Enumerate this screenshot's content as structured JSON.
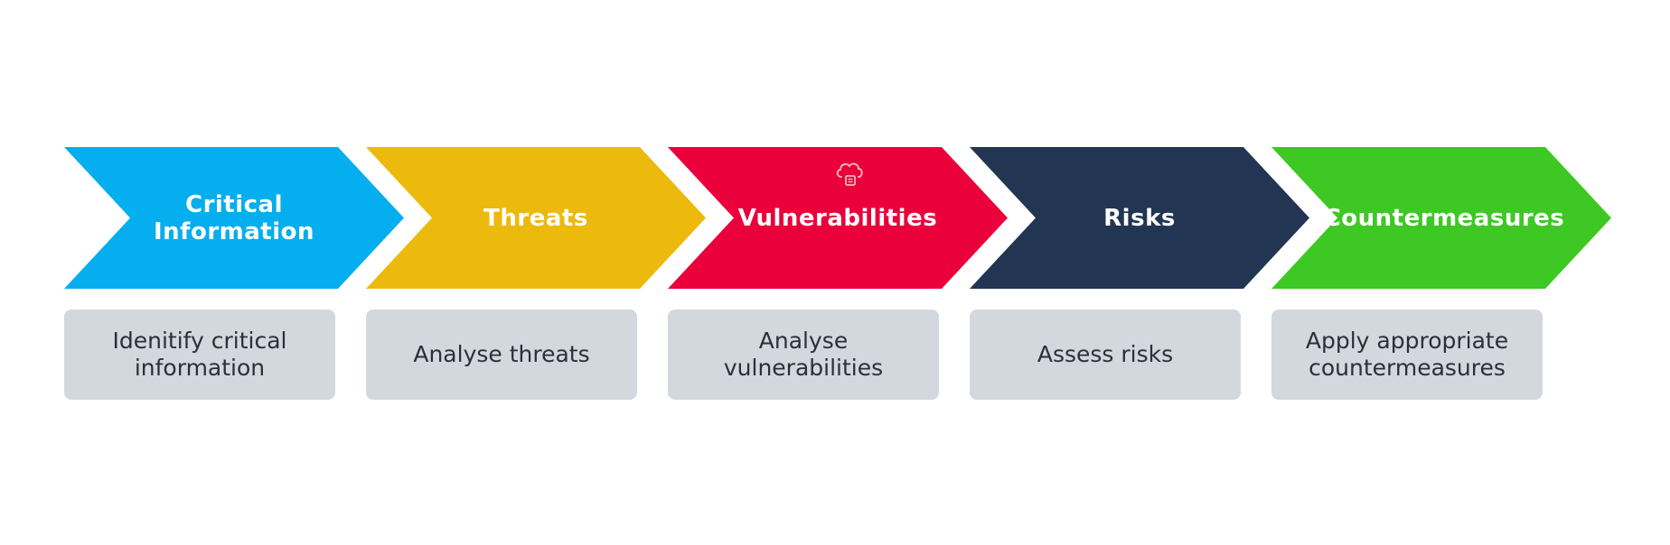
{
  "colors": {
    "step_1": "#05aeee",
    "step_2": "#ecba0c",
    "step_3": "#ea003a",
    "step_4": "#223552",
    "step_5": "#3dc823",
    "desc_bg": "#d3d8df",
    "desc_text": "#2b2f3a"
  },
  "steps": [
    {
      "title": "Critical\nInformation",
      "description": "Idenitify critical\ninformation"
    },
    {
      "title": "Threats",
      "description": "Analyse threats"
    },
    {
      "title": "Vulnerabilities",
      "description": "Analyse\nvulnerabilities",
      "icon": "cloud-icon"
    },
    {
      "title": "Risks",
      "description": "Assess risks"
    },
    {
      "title": "Countermeasures",
      "description": "Apply appropriate\ncountermeasures"
    }
  ]
}
